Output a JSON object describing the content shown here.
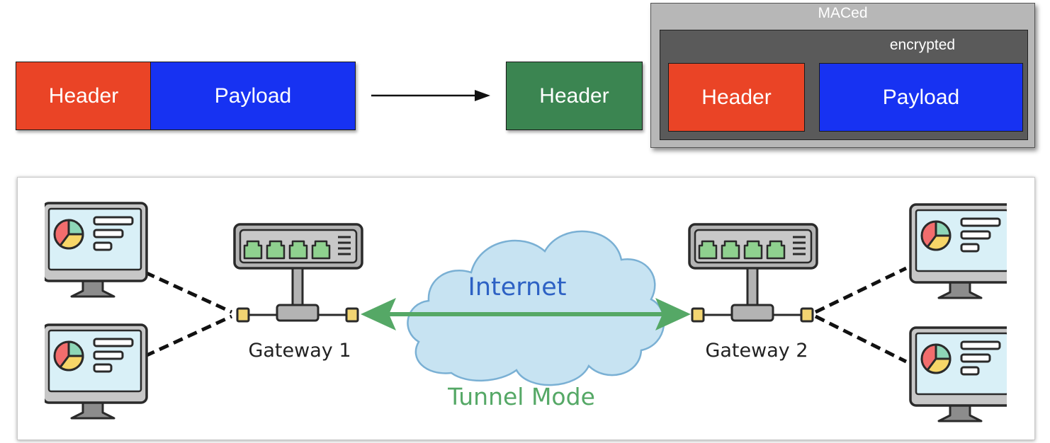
{
  "packet_original": {
    "header": "Header",
    "payload": "Payload"
  },
  "packet_tunneled": {
    "outer_header": "Header",
    "maced_label": "MACed",
    "encrypted_label": "encrypted",
    "inner_header": "Header",
    "inner_payload": "Payload"
  },
  "network": {
    "cloud_label": "Internet",
    "gateway_left": "Gateway 1",
    "gateway_right": "Gateway 2",
    "mode_label": "Tunnel Mode"
  },
  "colors": {
    "header_red": "#ea4426",
    "payload_blue": "#1732f2",
    "outer_header_green": "#3b8551",
    "tunnel_green": "#55a866",
    "internet_blue": "#2d61c4",
    "cloud_fill": "#c7e3f2",
    "cloud_stroke": "#7ab0d4"
  }
}
